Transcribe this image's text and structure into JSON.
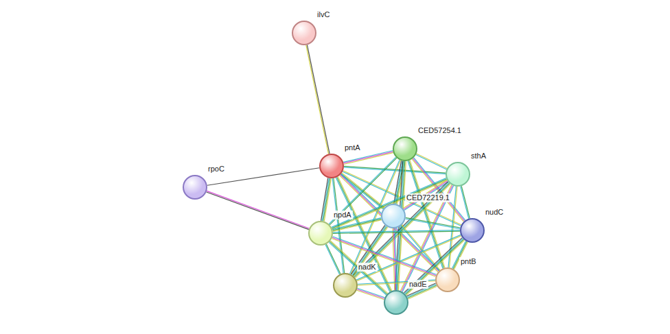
{
  "diagram": {
    "nodes": [
      {
        "text": [
          "ilvC"
        ]
      },
      {
        "text": [
          "CED57254.1"
        ]
      },
      {
        "text": [
          "pntA"
        ]
      },
      {
        "text": [
          "sthA"
        ]
      },
      {
        "text": [
          "rpoC"
        ]
      },
      {
        "text": [
          "CED72219.1"
        ]
      },
      {
        "text": [
          "nudC"
        ]
      },
      {
        "text": [
          "npdA"
        ]
      },
      {
        "text": [
          "pntB"
        ]
      },
      {
        "text": [
          "nadK"
        ]
      },
      {
        "text": [
          "nadE"
        ]
      }
    ],
    "edges": [
      {
        "from": 0,
        "to": 2,
        "arrow": "none"
      },
      {
        "from": 2,
        "to": 4,
        "arrow": "none"
      },
      {
        "from": 4,
        "to": 7,
        "arrow": "none"
      },
      {
        "from": 2,
        "to": 1,
        "arrow": "none"
      },
      {
        "from": 2,
        "to": 3,
        "arrow": "none"
      },
      {
        "from": 2,
        "to": 5,
        "arrow": "none"
      },
      {
        "from": 2,
        "to": 6,
        "arrow": "none"
      },
      {
        "from": 2,
        "to": 7,
        "arrow": "none"
      },
      {
        "from": 2,
        "to": 8,
        "arrow": "none"
      },
      {
        "from": 2,
        "to": 9,
        "arrow": "none"
      },
      {
        "from": 2,
        "to": 10,
        "arrow": "none"
      },
      {
        "from": 1,
        "to": 3,
        "arrow": "none"
      },
      {
        "from": 1,
        "to": 5,
        "arrow": "none"
      },
      {
        "from": 1,
        "to": 6,
        "arrow": "none"
      },
      {
        "from": 1,
        "to": 7,
        "arrow": "none"
      },
      {
        "from": 1,
        "to": 8,
        "arrow": "none"
      },
      {
        "from": 1,
        "to": 9,
        "arrow": "none"
      },
      {
        "from": 1,
        "to": 10,
        "arrow": "none"
      },
      {
        "from": 3,
        "to": 5,
        "arrow": "none"
      },
      {
        "from": 3,
        "to": 6,
        "arrow": "none"
      },
      {
        "from": 3,
        "to": 7,
        "arrow": "none"
      },
      {
        "from": 3,
        "to": 8,
        "arrow": "none"
      },
      {
        "from": 3,
        "to": 9,
        "arrow": "none"
      },
      {
        "from": 3,
        "to": 10,
        "arrow": "none"
      },
      {
        "from": 5,
        "to": 6,
        "arrow": "none"
      },
      {
        "from": 5,
        "to": 7,
        "arrow": "none"
      },
      {
        "from": 5,
        "to": 8,
        "arrow": "none"
      },
      {
        "from": 5,
        "to": 9,
        "arrow": "none"
      },
      {
        "from": 5,
        "to": 10,
        "arrow": "none"
      },
      {
        "from": 6,
        "to": 7,
        "arrow": "none"
      },
      {
        "from": 6,
        "to": 8,
        "arrow": "none"
      },
      {
        "from": 6,
        "to": 9,
        "arrow": "none"
      },
      {
        "from": 6,
        "to": 10,
        "arrow": "none"
      },
      {
        "from": 7,
        "to": 8,
        "arrow": "none"
      },
      {
        "from": 7,
        "to": 9,
        "arrow": "none"
      },
      {
        "from": 7,
        "to": 10,
        "arrow": "none"
      },
      {
        "from": 8,
        "to": 9,
        "arrow": "none"
      },
      {
        "from": 8,
        "to": 10,
        "arrow": "none"
      },
      {
        "from": 9,
        "to": 10,
        "arrow": "none"
      }
    ]
  }
}
